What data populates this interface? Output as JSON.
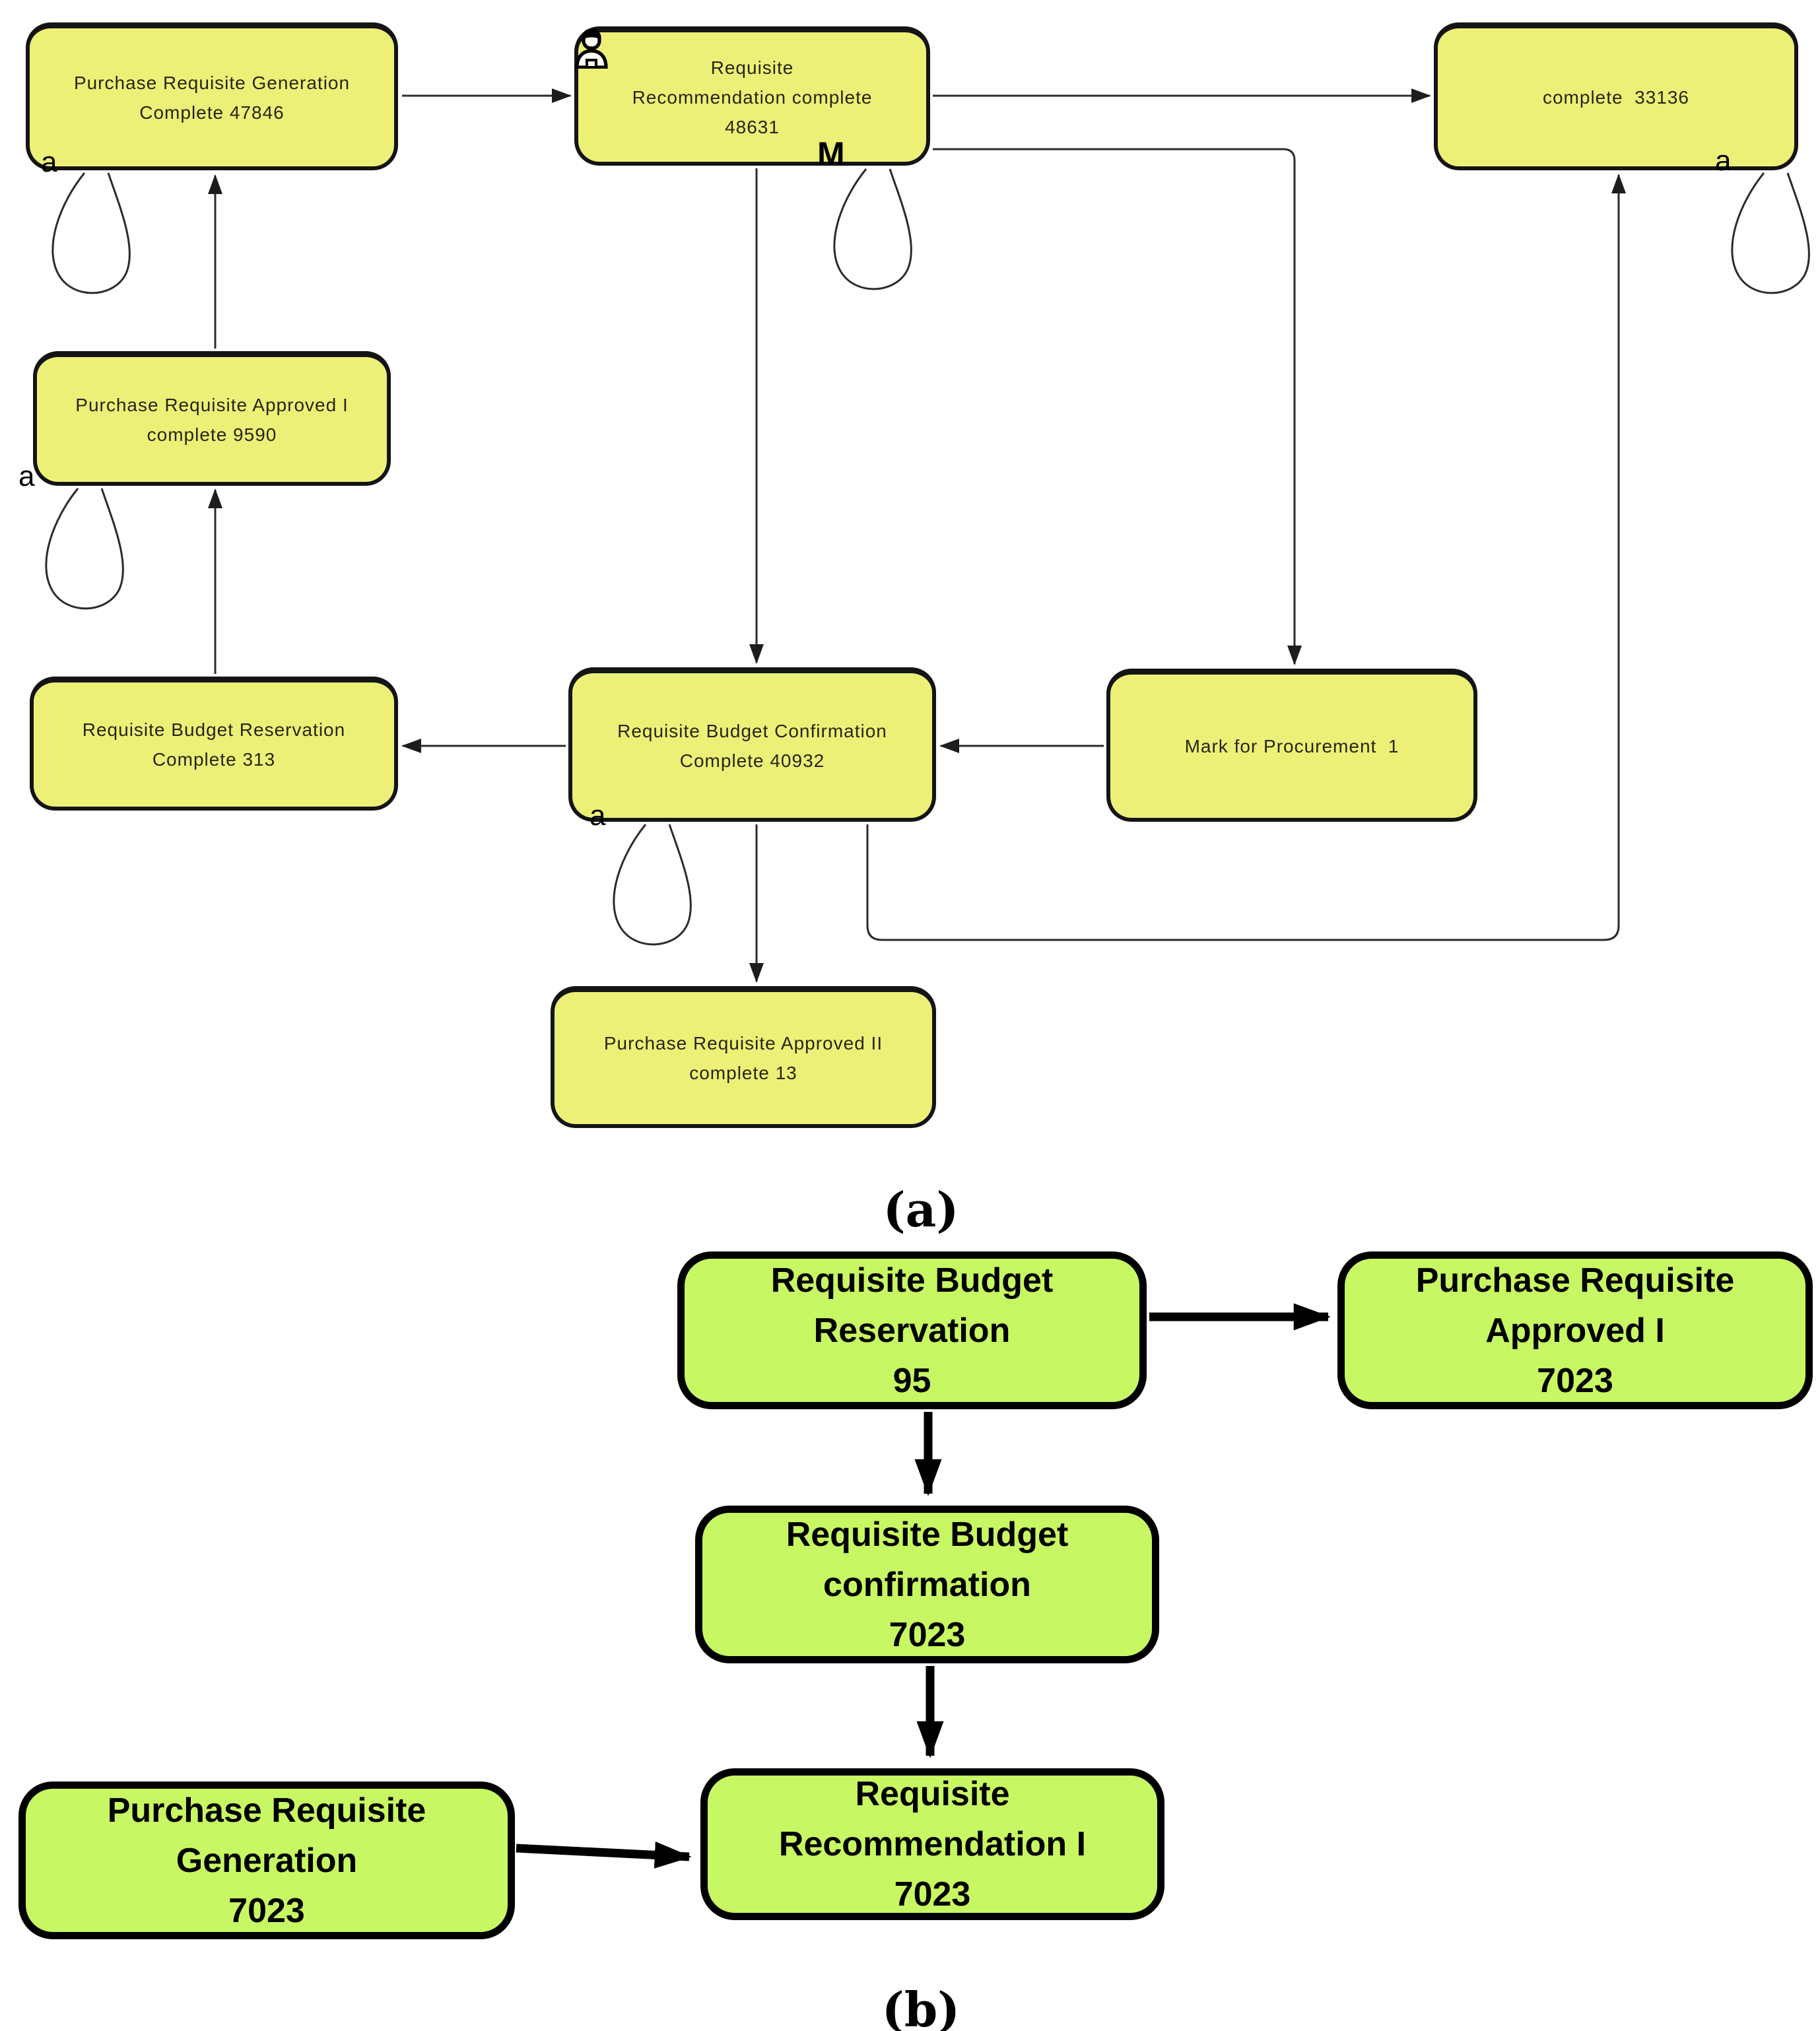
{
  "figure": {
    "panel_a": {
      "caption": "(a)",
      "style": {
        "node_fill": "#edf077",
        "node_border": "#141414",
        "edge_color": "#2b2b2b"
      },
      "nodes": {
        "generation": {
          "line1": "Purchase Requisite Generation",
          "line2": "Complete 47846",
          "corner": "a"
        },
        "recommendation": {
          "line1": "Requisite",
          "line2": "Recommendation complete",
          "line3": "48631",
          "corner": "M",
          "icon": "person-icon"
        },
        "complete": {
          "line1": "complete  33136",
          "corner": "a"
        },
        "approved1": {
          "line1": "Purchase Requisite Approved I",
          "line2": "complete 9590",
          "corner": "a"
        },
        "reservation": {
          "line1": "Requisite Budget Reservation",
          "line2": "Complete 313"
        },
        "confirmation": {
          "line1": "Requisite Budget Confirmation",
          "line2": "Complete 40932",
          "corner": "a"
        },
        "mark": {
          "line1": "Mark for Procurement  1"
        },
        "approved2": {
          "line1": "Purchase Requisite Approved II",
          "line2": "complete 13"
        }
      },
      "edges": [
        {
          "from": "Purchase Requisite Generation",
          "to": "Requisite Recommendation complete"
        },
        {
          "from": "Requisite Recommendation complete",
          "to": "complete 33136"
        },
        {
          "from": "Requisite Recommendation complete",
          "to": "Mark for Procurement"
        },
        {
          "from": "Requisite Recommendation complete",
          "to": "Requisite Budget Confirmation"
        },
        {
          "from": "Purchase Requisite Approved I",
          "to": "Purchase Requisite Generation"
        },
        {
          "from": "Requisite Budget Reservation",
          "to": "Purchase Requisite Approved I"
        },
        {
          "from": "Requisite Budget Confirmation",
          "to": "Requisite Budget Reservation"
        },
        {
          "from": "Mark for Procurement",
          "to": "Requisite Budget Confirmation"
        },
        {
          "from": "Requisite Budget Confirmation",
          "to": "Purchase Requisite Approved II"
        },
        {
          "from": "Requisite Budget Confirmation",
          "to": "complete 33136"
        }
      ],
      "self_loops": [
        "Purchase Requisite Generation",
        "Requisite Recommendation complete",
        "complete 33136",
        "Purchase Requisite Approved I",
        "Requisite Budget Confirmation"
      ]
    },
    "panel_b": {
      "caption": "(b)",
      "style": {
        "node_fill": "#c7f762",
        "node_border": "#000000",
        "edge_color": "#000000"
      },
      "nodes": {
        "reservation": {
          "line1": "Requisite Budget Reservation",
          "line2": "95"
        },
        "approved1": {
          "line1": "Purchase Requisite Approved I",
          "line2": "7023"
        },
        "confirmation": {
          "line1": "Requisite Budget",
          "line2": "confirmation",
          "line3": "7023"
        },
        "generation": {
          "line1": "Purchase Requisite Generation",
          "line2": "7023"
        },
        "recommendation": {
          "line1": "Requisite Recommendation I",
          "line2": "7023"
        }
      },
      "edges": [
        {
          "from": "Requisite Budget Reservation",
          "to": "Purchase Requisite Approved I"
        },
        {
          "from": "Requisite Budget Reservation",
          "to": "Requisite Budget confirmation"
        },
        {
          "from": "Requisite Budget confirmation",
          "to": "Requisite Recommendation I"
        },
        {
          "from": "Purchase Requisite Generation",
          "to": "Requisite Recommendation I"
        }
      ]
    }
  }
}
